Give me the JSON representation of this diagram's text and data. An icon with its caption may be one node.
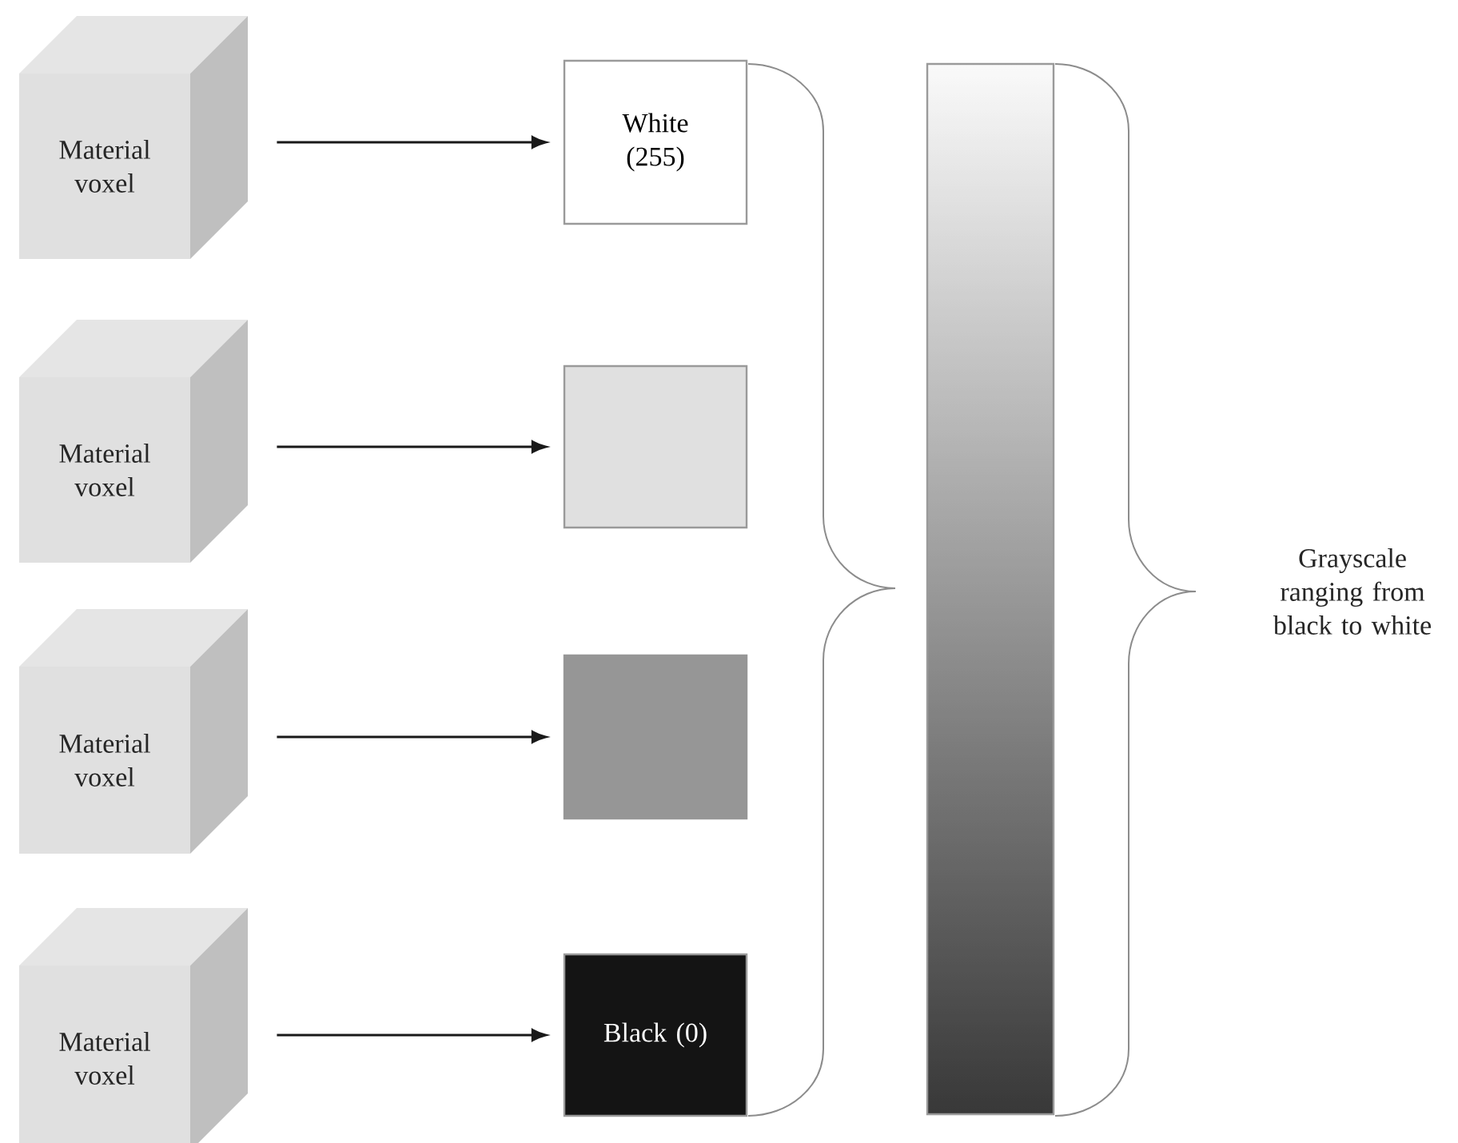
{
  "diagram": {
    "nodes": [
      {
        "text": [
          "Material voxel"
        ]
      },
      {
        "text": [
          "Material voxel"
        ]
      },
      {
        "text": [
          "Material voxel"
        ]
      },
      {
        "text": [
          "Material voxel"
        ]
      },
      {
        "text": [
          "White (255)"
        ]
      },
      {
        "text": [],
        "shape": "box"
      },
      {
        "text": [],
        "shape": "box"
      },
      {
        "text": [
          "Black (0)"
        ]
      },
      {
        "text": [],
        "shape": "bar"
      }
    ],
    "edges": [
      {
        "from": 0,
        "to": 4,
        "arrow": "to"
      },
      {
        "from": 1,
        "to": 5,
        "arrow": "to"
      },
      {
        "from": 2,
        "to": 6,
        "arrow": "to"
      },
      {
        "from": 3,
        "to": 7,
        "arrow": "to"
      }
    ],
    "labels": [
      "Grayscale ranging from black to white"
    ]
  }
}
